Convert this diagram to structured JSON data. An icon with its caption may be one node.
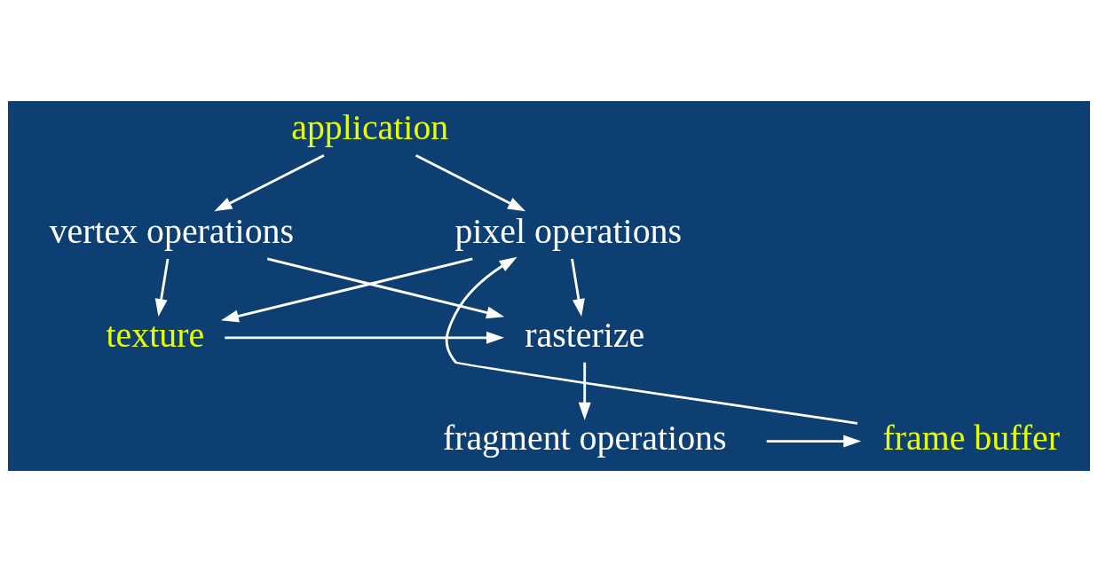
{
  "diagram": {
    "nodes": [
      {
        "text": [
          "application"
        ]
      },
      {
        "text": [
          "vertex operations"
        ]
      },
      {
        "text": [
          "pixel operations"
        ]
      },
      {
        "text": [
          "rasterize"
        ]
      },
      {
        "text": [
          "texture"
        ]
      },
      {
        "text": [
          "fragment operations"
        ]
      },
      {
        "text": [
          "frame buffer"
        ]
      }
    ],
    "edges": [
      {
        "from": 0,
        "to": 1,
        "arrow": "to"
      },
      {
        "from": 0,
        "to": 2,
        "arrow": "to"
      },
      {
        "from": 1,
        "to": 3,
        "arrow": "to"
      },
      {
        "from": 1,
        "to": 4,
        "arrow": "to"
      },
      {
        "from": 2,
        "to": 3,
        "arrow": "to"
      },
      {
        "from": 2,
        "to": 4,
        "arrow": "to"
      },
      {
        "from": 4,
        "to": 3,
        "arrow": "to"
      },
      {
        "from": 3,
        "to": 5,
        "arrow": "to"
      },
      {
        "from": 5,
        "to": 6,
        "arrow": "to"
      },
      {
        "from": 6,
        "to": 2,
        "arrow": "to"
      }
    ]
  }
}
